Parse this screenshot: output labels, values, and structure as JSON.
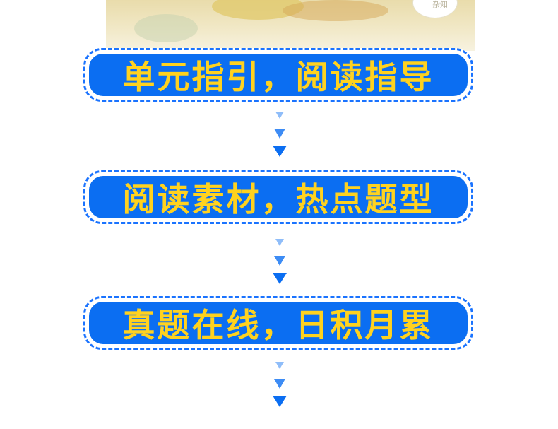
{
  "header_image": {
    "bubble_text": "杂知"
  },
  "banners": [
    {
      "text": "单元指引，阅读指导"
    },
    {
      "text": "阅读素材，热点题型"
    },
    {
      "text": "真题在线，日积月累"
    }
  ],
  "colors": {
    "banner_fill": "#0b6ef2",
    "banner_border": "#1a73ff",
    "banner_text": "#ffd21f",
    "arrow_dark": "#0b6ef2",
    "arrow_mid": "#3d8cf5",
    "arrow_light": "#8fbdf9"
  },
  "icons": {
    "down_arrows": "triple-down-arrow-icon"
  }
}
